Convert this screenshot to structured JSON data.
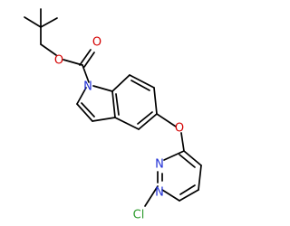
{
  "colors": {
    "background": "#ffffff",
    "bond": "#000000",
    "nitrogen": "#1f2fd6",
    "oxygen": "#d40000",
    "chlorine": "#2d9b2d"
  },
  "molecule": {
    "name": "",
    "atoms": {
      "o_carbonyl": "O",
      "o_ester": "O",
      "n_indole": "N",
      "o_ether": "O",
      "n_pyrimidine_a": "N",
      "n_pyrimidine_b": "N",
      "cl": "Cl"
    }
  }
}
